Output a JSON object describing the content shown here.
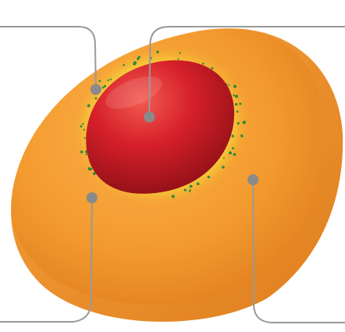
{
  "diagram": {
    "subject_icon": "halved-fruit-cross-section",
    "colors": {
      "flesh_light": "#fbb04a",
      "flesh_mid": "#f39a2e",
      "flesh_dark": "#e07e1e",
      "rind_side": "#f5a23c",
      "halo_yellow": "#f7e23a",
      "seed_red": "#d6202a",
      "seed_dark": "#8e0f16",
      "seed_highlight": "#f25a50",
      "speckle_green": "#2f8a3a",
      "leader_line": "#9a9a9a",
      "leader_dot": "#8a8a8a"
    },
    "callouts": [
      {
        "id": "callout-top-left",
        "target": "yellow-ring"
      },
      {
        "id": "callout-top-right",
        "target": "seed"
      },
      {
        "id": "callout-bottom-left",
        "target": "green-speckle-layer"
      },
      {
        "id": "callout-bottom-right",
        "target": "flesh"
      }
    ]
  }
}
